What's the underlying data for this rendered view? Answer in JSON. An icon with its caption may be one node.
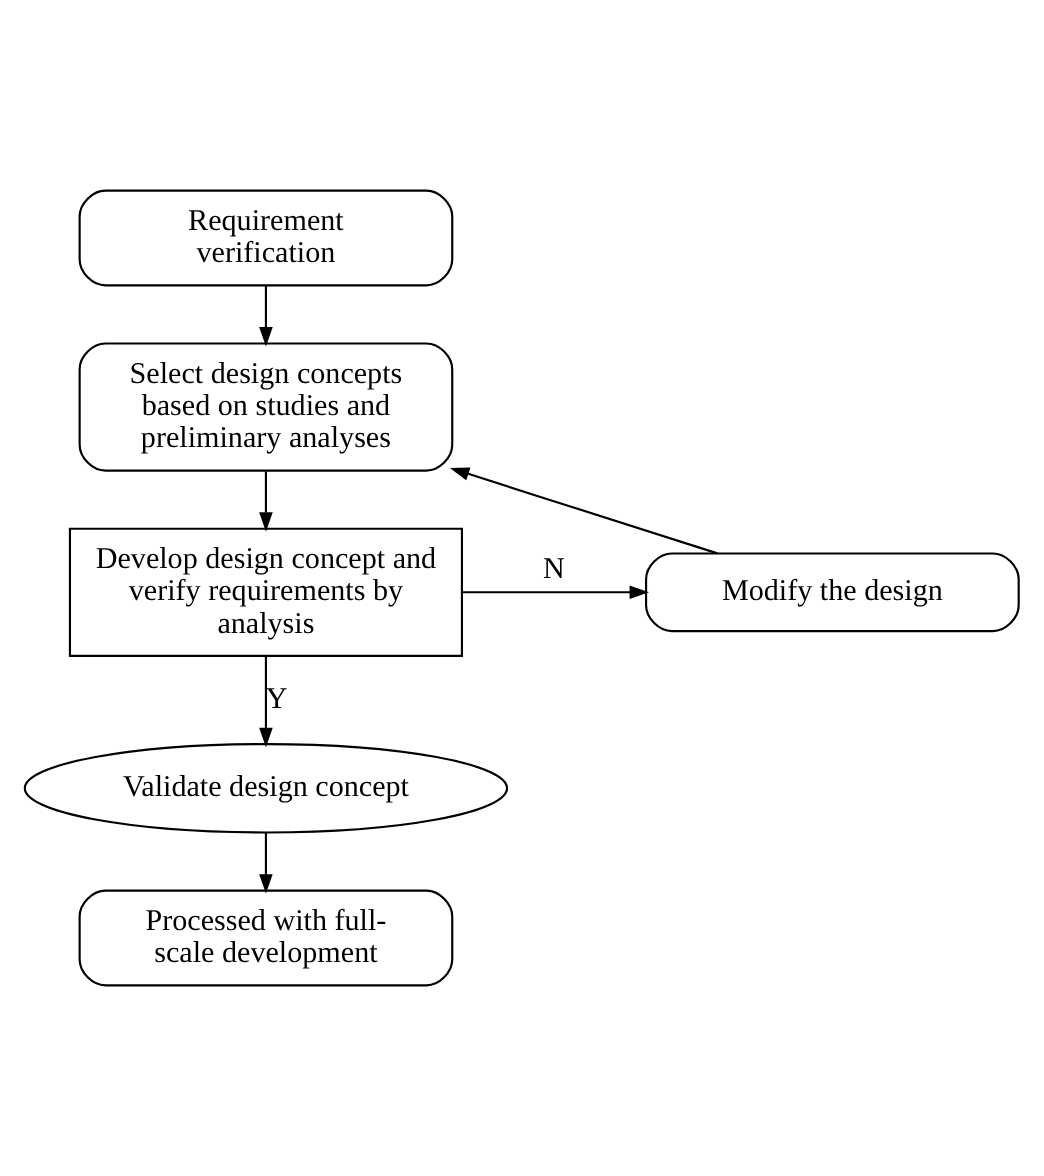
{
  "diagram": {
    "nodes": [
      {
        "text": [
          "Requirement verification"
        ]
      },
      {
        "text": [
          "Select design concepts based on studies and preliminary analyses"
        ]
      },
      {
        "text": [
          "Develop design concept and verify requirements by analysis"
        ]
      },
      {
        "text": [
          "Modify the design"
        ]
      },
      {
        "text": [
          "Validate design concept"
        ]
      },
      {
        "text": [
          "Processed with full-scale development"
        ]
      }
    ],
    "edges": [
      {
        "from": 0,
        "to": 1,
        "arrow": "to"
      },
      {
        "from": 1,
        "to": 2,
        "arrow": "to"
      },
      {
        "from": 2,
        "to": 3,
        "arrow": "to",
        "label": "N"
      },
      {
        "from": 3,
        "to": 1,
        "arrow": "to"
      },
      {
        "from": 2,
        "to": 4,
        "arrow": "to",
        "label": "Y"
      },
      {
        "from": 4,
        "to": 5,
        "arrow": "to"
      }
    ]
  }
}
